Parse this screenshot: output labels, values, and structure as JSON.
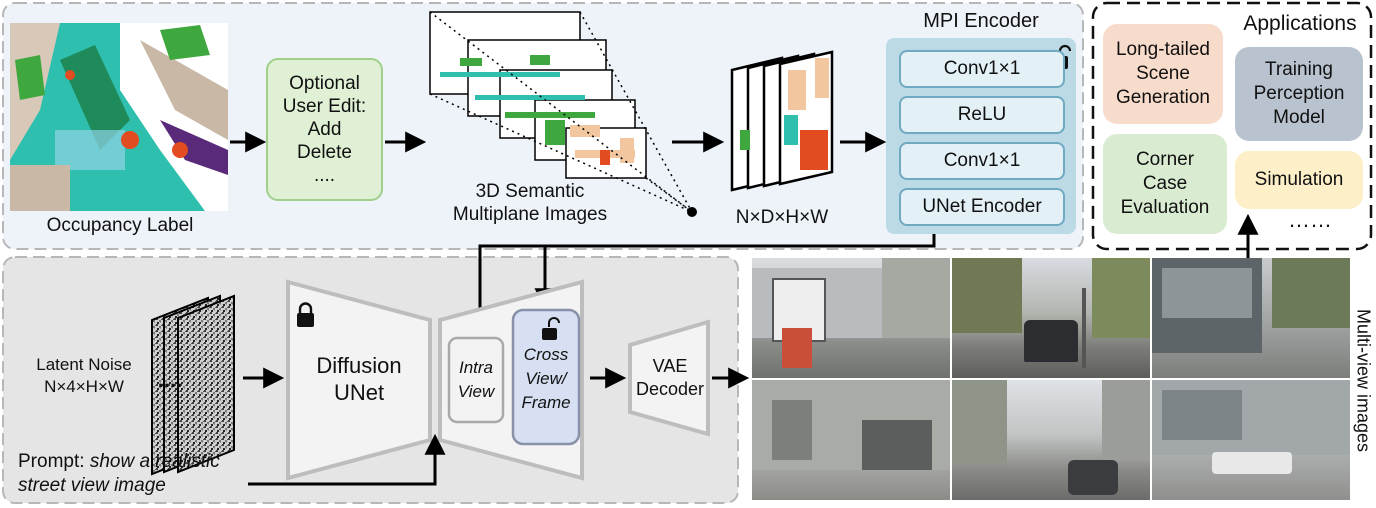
{
  "top": {
    "occupancy_label": "Occupancy Label",
    "user_edit": [
      "Optional",
      "User Edit:",
      "Add",
      "Delete",
      "...."
    ],
    "semantic_mpi": [
      "3D Semantic",
      "Multiplane Images"
    ],
    "ndhw": "N×D×H×W",
    "mpi_encoder": {
      "title": "MPI Encoder",
      "layers": [
        "Conv1×1",
        "ReLU",
        "Conv1×1",
        "UNet Encoder"
      ]
    }
  },
  "applications": {
    "title": "Applications",
    "items": [
      {
        "lines": [
          "Long-tailed",
          "Scene",
          "Generation"
        ],
        "color": "#f8dccb"
      },
      {
        "lines": [
          "Training",
          "Perception",
          "Model"
        ],
        "color": "#b9c3cf"
      },
      {
        "lines": [
          "Corner",
          "Case",
          "Evaluation"
        ],
        "color": "#d9ecd2"
      },
      {
        "lines": [
          "Simulation"
        ],
        "color": "#fdf0c8"
      }
    ],
    "more": "……"
  },
  "bottom": {
    "latent_noise": [
      "Latent Noise",
      "N×4×H×W"
    ],
    "dots": "....",
    "diffusion_unet": [
      "Diffusion",
      "UNet"
    ],
    "intra_view": [
      "Intra",
      "View"
    ],
    "cross_view": [
      "Cross",
      "View/",
      "Frame"
    ],
    "vae_decoder": [
      "VAE",
      "Decoder"
    ],
    "prompt_prefix": "Prompt:",
    "prompt_text": [
      "show a realistic",
      "street view image"
    ],
    "multiview_label": "Multi-view images"
  },
  "colors": {
    "top_panel": "#eef3fa",
    "bottom_panel": "#e5e5e5",
    "user_edit": "#dff0d5",
    "mpi_encoder": "#bcd9e6",
    "cross_view": "#d7e0f3"
  }
}
